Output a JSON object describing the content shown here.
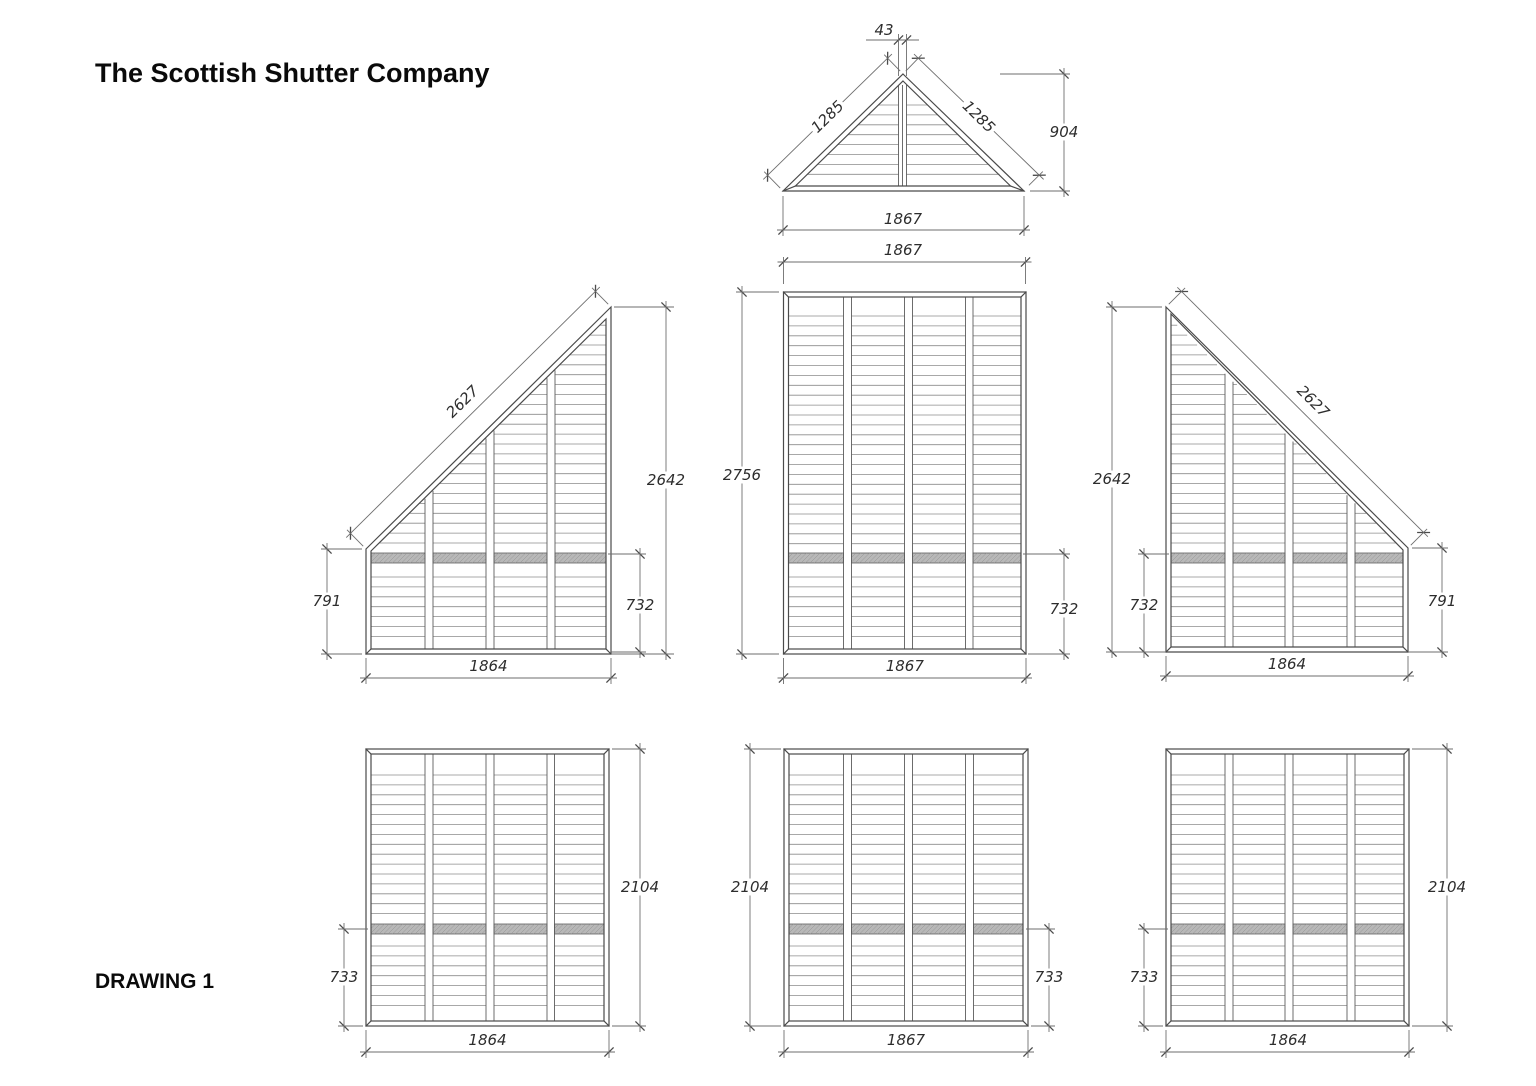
{
  "header": {
    "title": "The Scottish Shutter Company"
  },
  "footer": {
    "drawing_label": "DRAWING 1"
  },
  "shutters": {
    "gable": {
      "rod_width": "43",
      "slope_left": "1285",
      "slope_right": "1285",
      "height": "904",
      "width": "1867"
    },
    "mid_left": {
      "slope": "2627",
      "height_tall": "2642",
      "height_short": "791",
      "midrail": "732",
      "width": "1864"
    },
    "mid_center": {
      "width_top": "1867",
      "height": "2756",
      "midrail": "732",
      "width": "1867"
    },
    "mid_right": {
      "slope": "2627",
      "height_tall": "2642",
      "height_short": "791",
      "midrail": "732",
      "width": "1864"
    },
    "bottom_left": {
      "height": "2104",
      "midrail": "733",
      "width": "1864"
    },
    "bottom_center": {
      "height": "2104",
      "midrail": "733",
      "width": "1867"
    },
    "bottom_right": {
      "height": "2104",
      "midrail": "733",
      "width": "1864"
    }
  }
}
